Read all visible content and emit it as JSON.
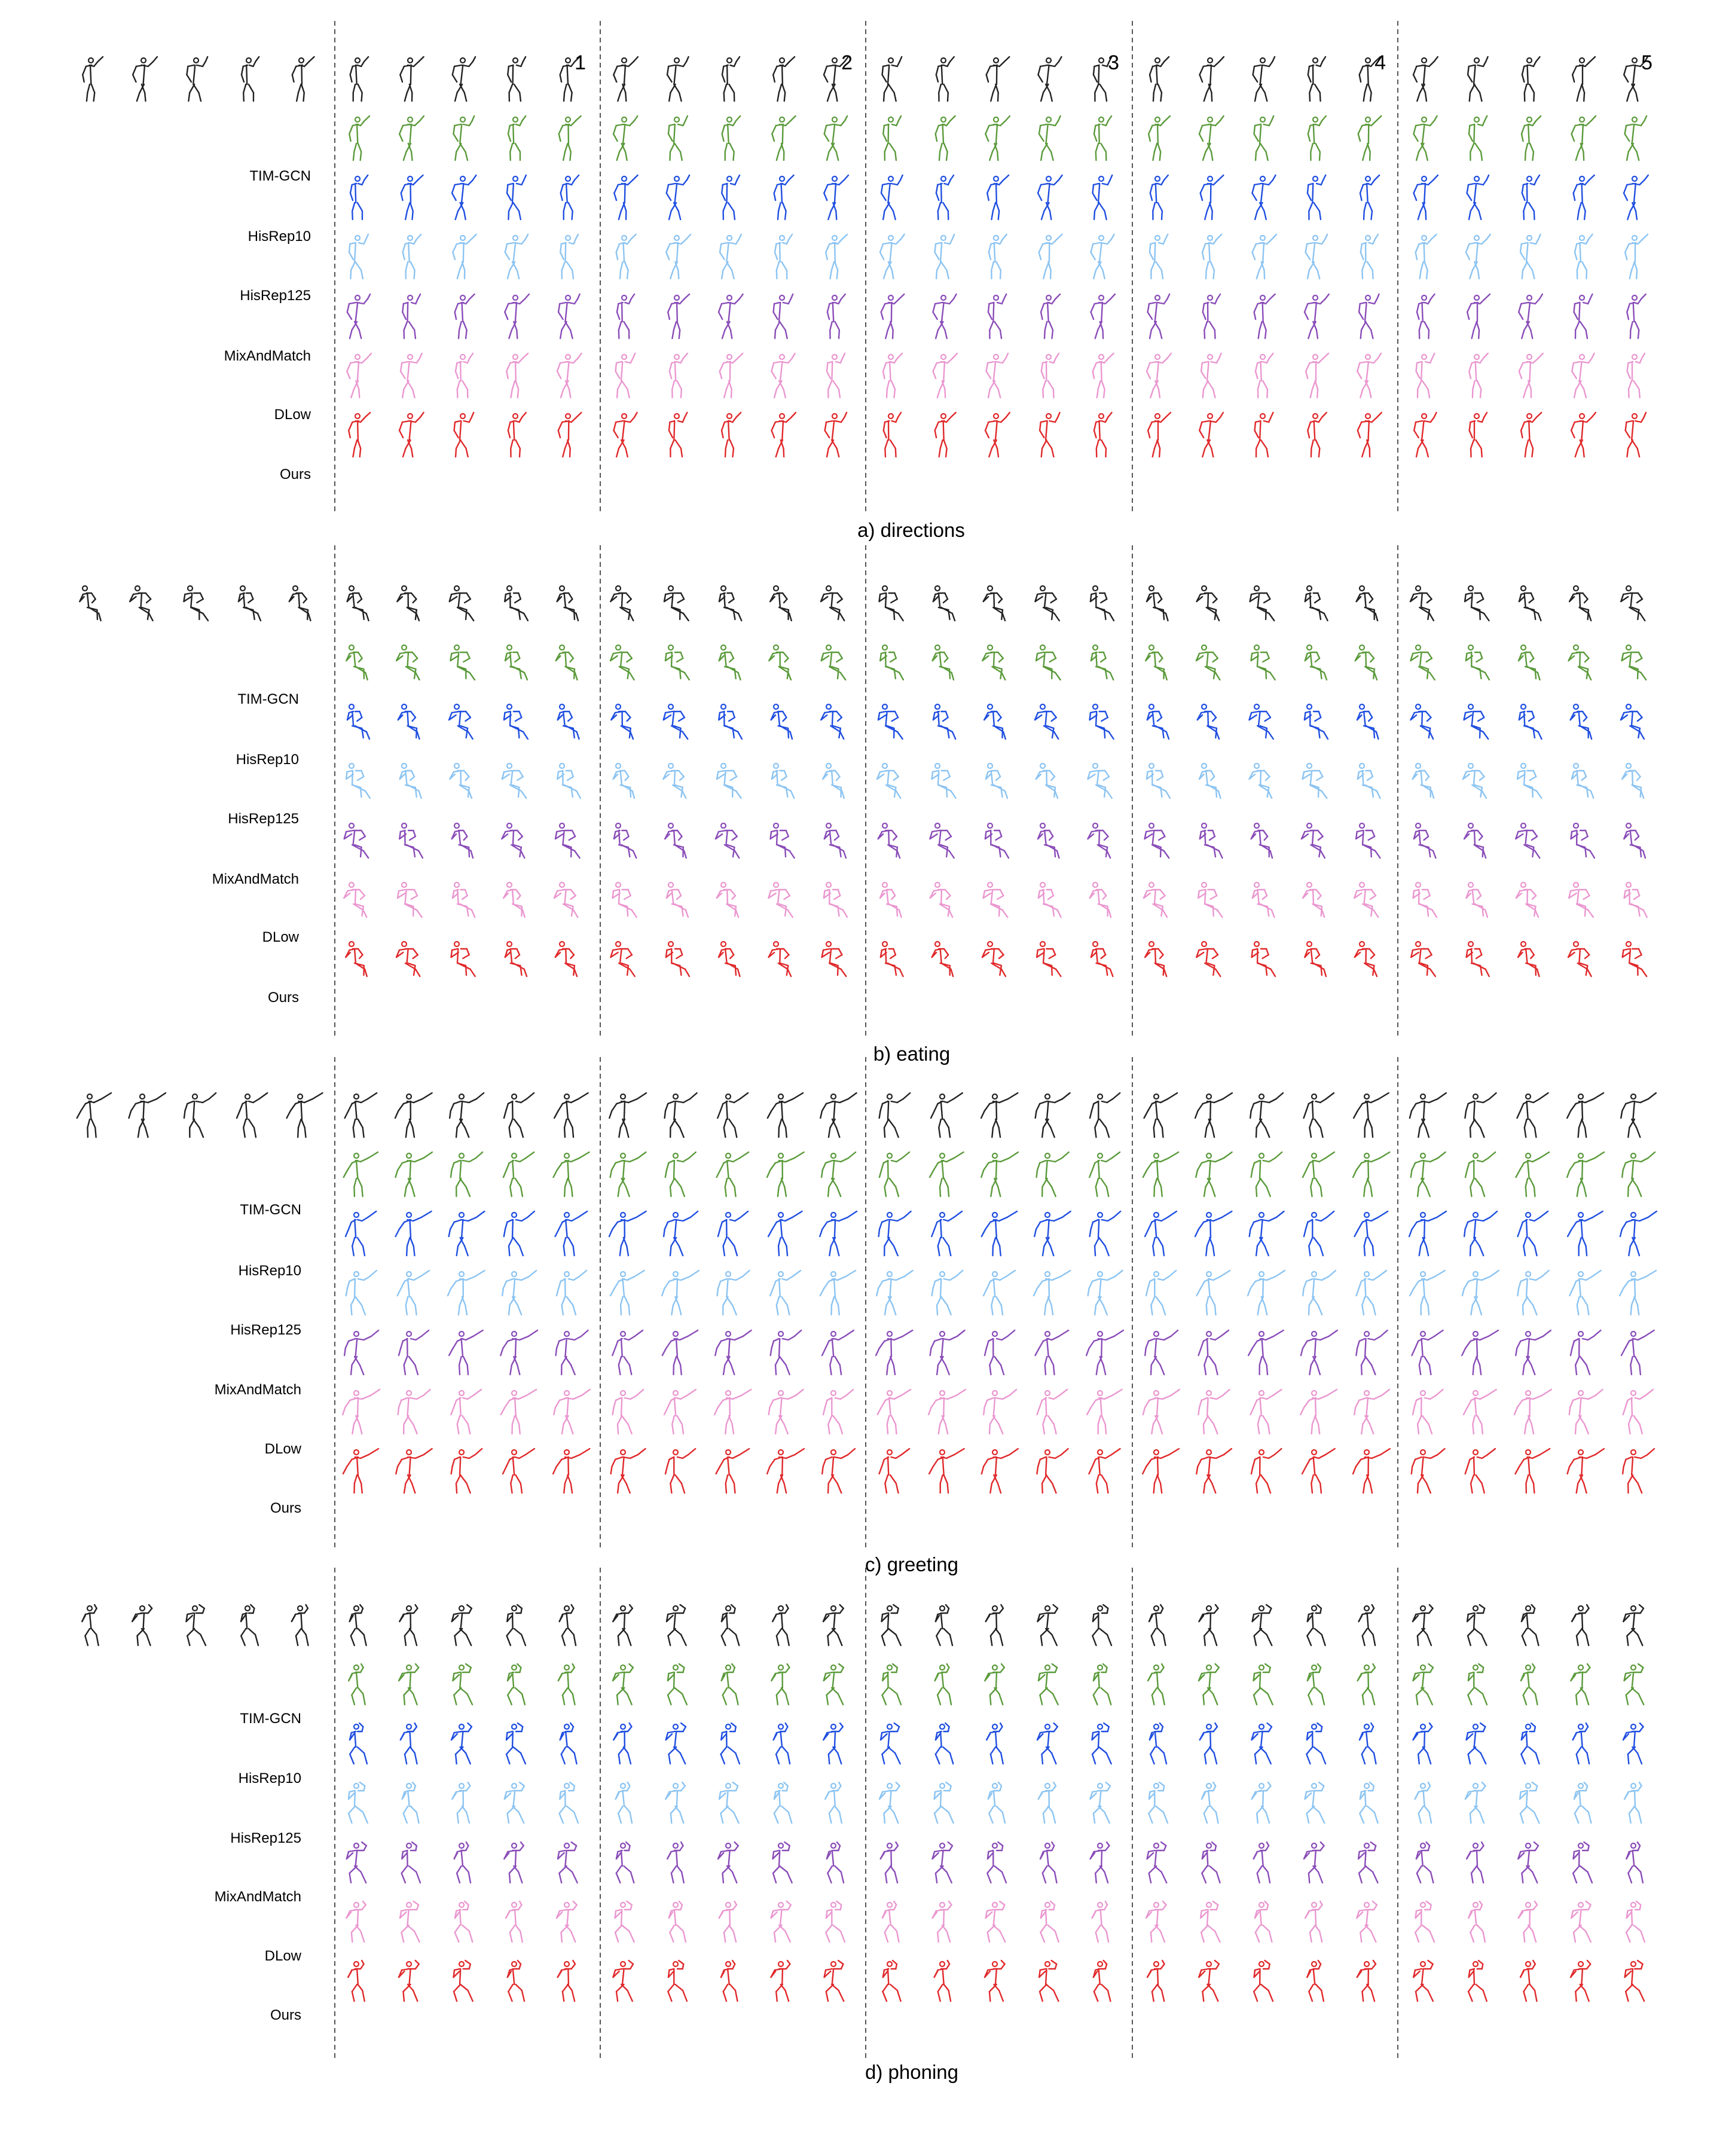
{
  "figure": {
    "column_group_numbers": [
      "1",
      "2",
      "3",
      "4",
      "5"
    ],
    "methods": [
      {
        "name": "TIM-GCN",
        "color": "#5a9a3a"
      },
      {
        "name": "HisRep10",
        "color": "#1f4ee0"
      },
      {
        "name": "HisRep125",
        "color": "#8cc4f2"
      },
      {
        "name": "MixAndMatch",
        "color": "#8a4cb8"
      },
      {
        "name": "DLow",
        "color": "#ea97d0"
      },
      {
        "name": "Ours",
        "color": "#e0282a"
      }
    ],
    "history_color": "#222222",
    "divider_color": "#555555",
    "panels": [
      {
        "caption": "a) directions",
        "pose": "standing"
      },
      {
        "caption": "b) eating",
        "pose": "sitting"
      },
      {
        "caption": "c) greeting",
        "pose": "waving"
      },
      {
        "caption": "d) phoning",
        "pose": "crouched"
      }
    ]
  }
}
